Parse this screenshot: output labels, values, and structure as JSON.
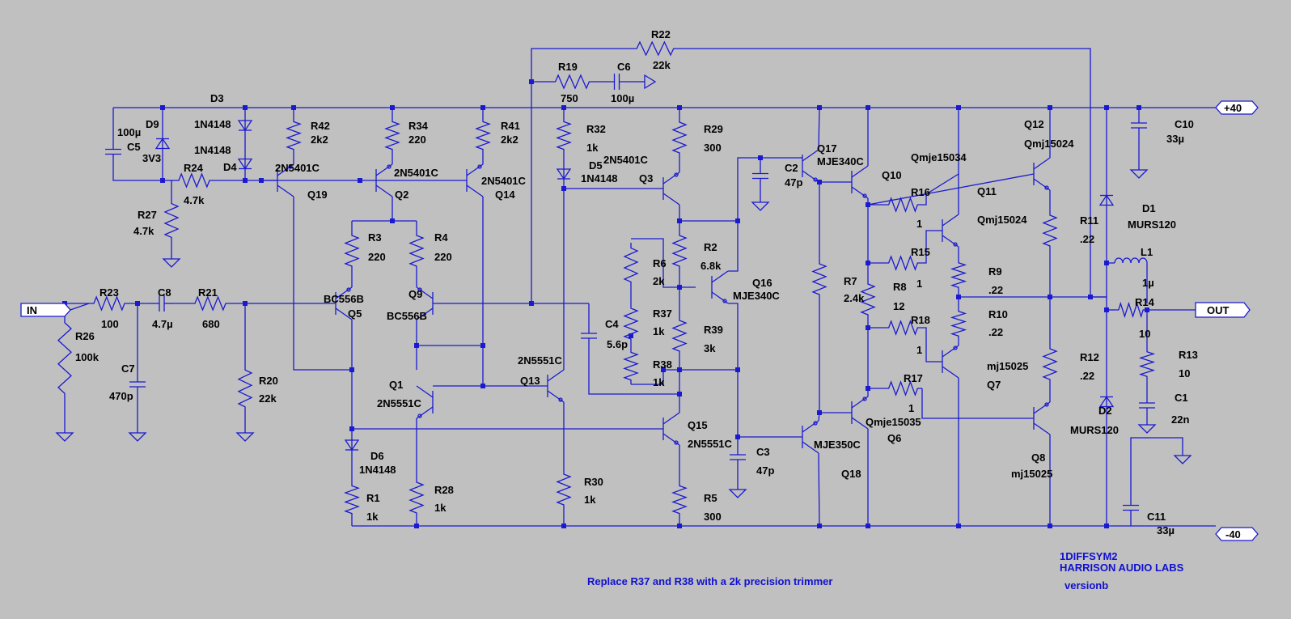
{
  "ports": {
    "in": "IN",
    "out": "OUT",
    "vpos": "+40",
    "vneg": "-40"
  },
  "notes": {
    "trimmer": "Replace R37 and R38 with a 2k precision trimmer",
    "title1": "1DIFFSYM2",
    "title2": "HARRISON AUDIO LABS",
    "title3": "versionb"
  },
  "components": {
    "R22": {
      "ref": "R22",
      "val": "22k"
    },
    "R19": {
      "ref": "R19",
      "val": "750"
    },
    "C6": {
      "ref": "C6",
      "val": "100µ"
    },
    "D3": {
      "ref": "D3"
    },
    "C5": {
      "ref": "C5",
      "val": "100µ"
    },
    "D9": {
      "ref": "D9",
      "val": "3V3"
    },
    "D4a": {
      "val": "1N4148"
    },
    "D4": {
      "ref": "D4",
      "val": "1N4148"
    },
    "R42": {
      "ref": "R42",
      "val": "2k2"
    },
    "R34": {
      "ref": "R34",
      "val": "220"
    },
    "R41": {
      "ref": "R41",
      "val": "2k2"
    },
    "R24": {
      "ref": "R24",
      "val": "4.7k"
    },
    "R27": {
      "ref": "R27",
      "val": "4.7k"
    },
    "Q19": {
      "ref": "Q19",
      "val": "2N5401C"
    },
    "Q2": {
      "ref": "Q2",
      "val": "2N5401C"
    },
    "Q14": {
      "ref": "Q14",
      "val": "2N5401C"
    },
    "R32": {
      "ref": "R32",
      "val": "1k"
    },
    "D5": {
      "ref": "D5",
      "val": "1N4148"
    },
    "R29": {
      "ref": "R29",
      "val": "300"
    },
    "Q3": {
      "ref": "Q3",
      "val": "2N5401C"
    },
    "R3": {
      "ref": "R3",
      "val": "220"
    },
    "R4": {
      "ref": "R4",
      "val": "220"
    },
    "Q5": {
      "ref": "Q5",
      "val": "BC556B"
    },
    "Q9": {
      "ref": "Q9",
      "val": "BC556B"
    },
    "R23": {
      "ref": "R23",
      "val": "100"
    },
    "C8": {
      "ref": "C8",
      "val": "4.7µ"
    },
    "R21": {
      "ref": "R21",
      "val": "680"
    },
    "R26": {
      "ref": "R26",
      "val": "100k"
    },
    "C7": {
      "ref": "C7",
      "val": "470p"
    },
    "R20": {
      "ref": "R20",
      "val": "22k"
    },
    "Q1": {
      "ref": "Q1",
      "val": "2N5551C"
    },
    "Q13": {
      "ref": "Q13",
      "val": "2N5551C"
    },
    "D6": {
      "ref": "D6",
      "val": "1N4148"
    },
    "R1": {
      "ref": "R1",
      "val": "1k"
    },
    "R28": {
      "ref": "R28",
      "val": "1k"
    },
    "R30": {
      "ref": "R30",
      "val": "1k"
    },
    "C4": {
      "ref": "C4",
      "val": "5.6p"
    },
    "R6": {
      "ref": "R6",
      "val": "2k"
    },
    "R37": {
      "ref": "R37",
      "val": "1k"
    },
    "R38": {
      "ref": "R38",
      "val": "1k"
    },
    "R2": {
      "ref": "R2",
      "val": "6.8k"
    },
    "R39": {
      "ref": "R39",
      "val": "3k"
    },
    "Q16": {
      "ref": "Q16",
      "val": "MJE340C"
    },
    "Q15": {
      "ref": "Q15",
      "val": "2N5551C"
    },
    "R5": {
      "ref": "R5",
      "val": "300"
    },
    "C2": {
      "ref": "C2",
      "val": "47p"
    },
    "C3": {
      "ref": "C3",
      "val": "47p"
    },
    "Q17": {
      "ref": "Q17",
      "val": "MJE340C"
    },
    "Q18": {
      "ref": "Q18",
      "val": "MJE350C"
    },
    "R7": {
      "ref": "R7",
      "val": "2.4k"
    },
    "Q10": {
      "ref": "Q10",
      "val": "Qmje15034"
    },
    "Q6": {
      "ref": "Q6",
      "val": "Qmje15035"
    },
    "R16": {
      "ref": "R16",
      "val": "1"
    },
    "R15": {
      "ref": "R15",
      "val": "1"
    },
    "R8": {
      "ref": "R8",
      "val": "12"
    },
    "R18": {
      "ref": "R18",
      "val": "1"
    },
    "R17": {
      "ref": "R17",
      "val": "1"
    },
    "Q11": {
      "ref": "Q11",
      "val": "Qmj15024"
    },
    "Q7": {
      "ref": "Q7",
      "val": "mj15025"
    },
    "R9": {
      "ref": "R9",
      "val": ".22"
    },
    "R10": {
      "ref": "R10",
      "val": ".22"
    },
    "Q12": {
      "ref": "Q12",
      "val": "Qmj15024"
    },
    "Q8": {
      "ref": "Q8",
      "val": "mj15025"
    },
    "R11": {
      "ref": "R11",
      "val": ".22"
    },
    "R12": {
      "ref": "R12",
      "val": ".22"
    },
    "C10": {
      "ref": "C10",
      "val": "33µ"
    },
    "D1": {
      "ref": "D1",
      "val": "MURS120"
    },
    "D2": {
      "ref": "D2",
      "val": "MURS120"
    },
    "L1": {
      "ref": "L1",
      "val": "1µ"
    },
    "R14": {
      "ref": "R14",
      "val": "10"
    },
    "R13": {
      "ref": "R13",
      "val": "10"
    },
    "C1": {
      "ref": "C1",
      "val": "22n"
    },
    "C11": {
      "ref": "C11",
      "val": "33µ"
    }
  }
}
